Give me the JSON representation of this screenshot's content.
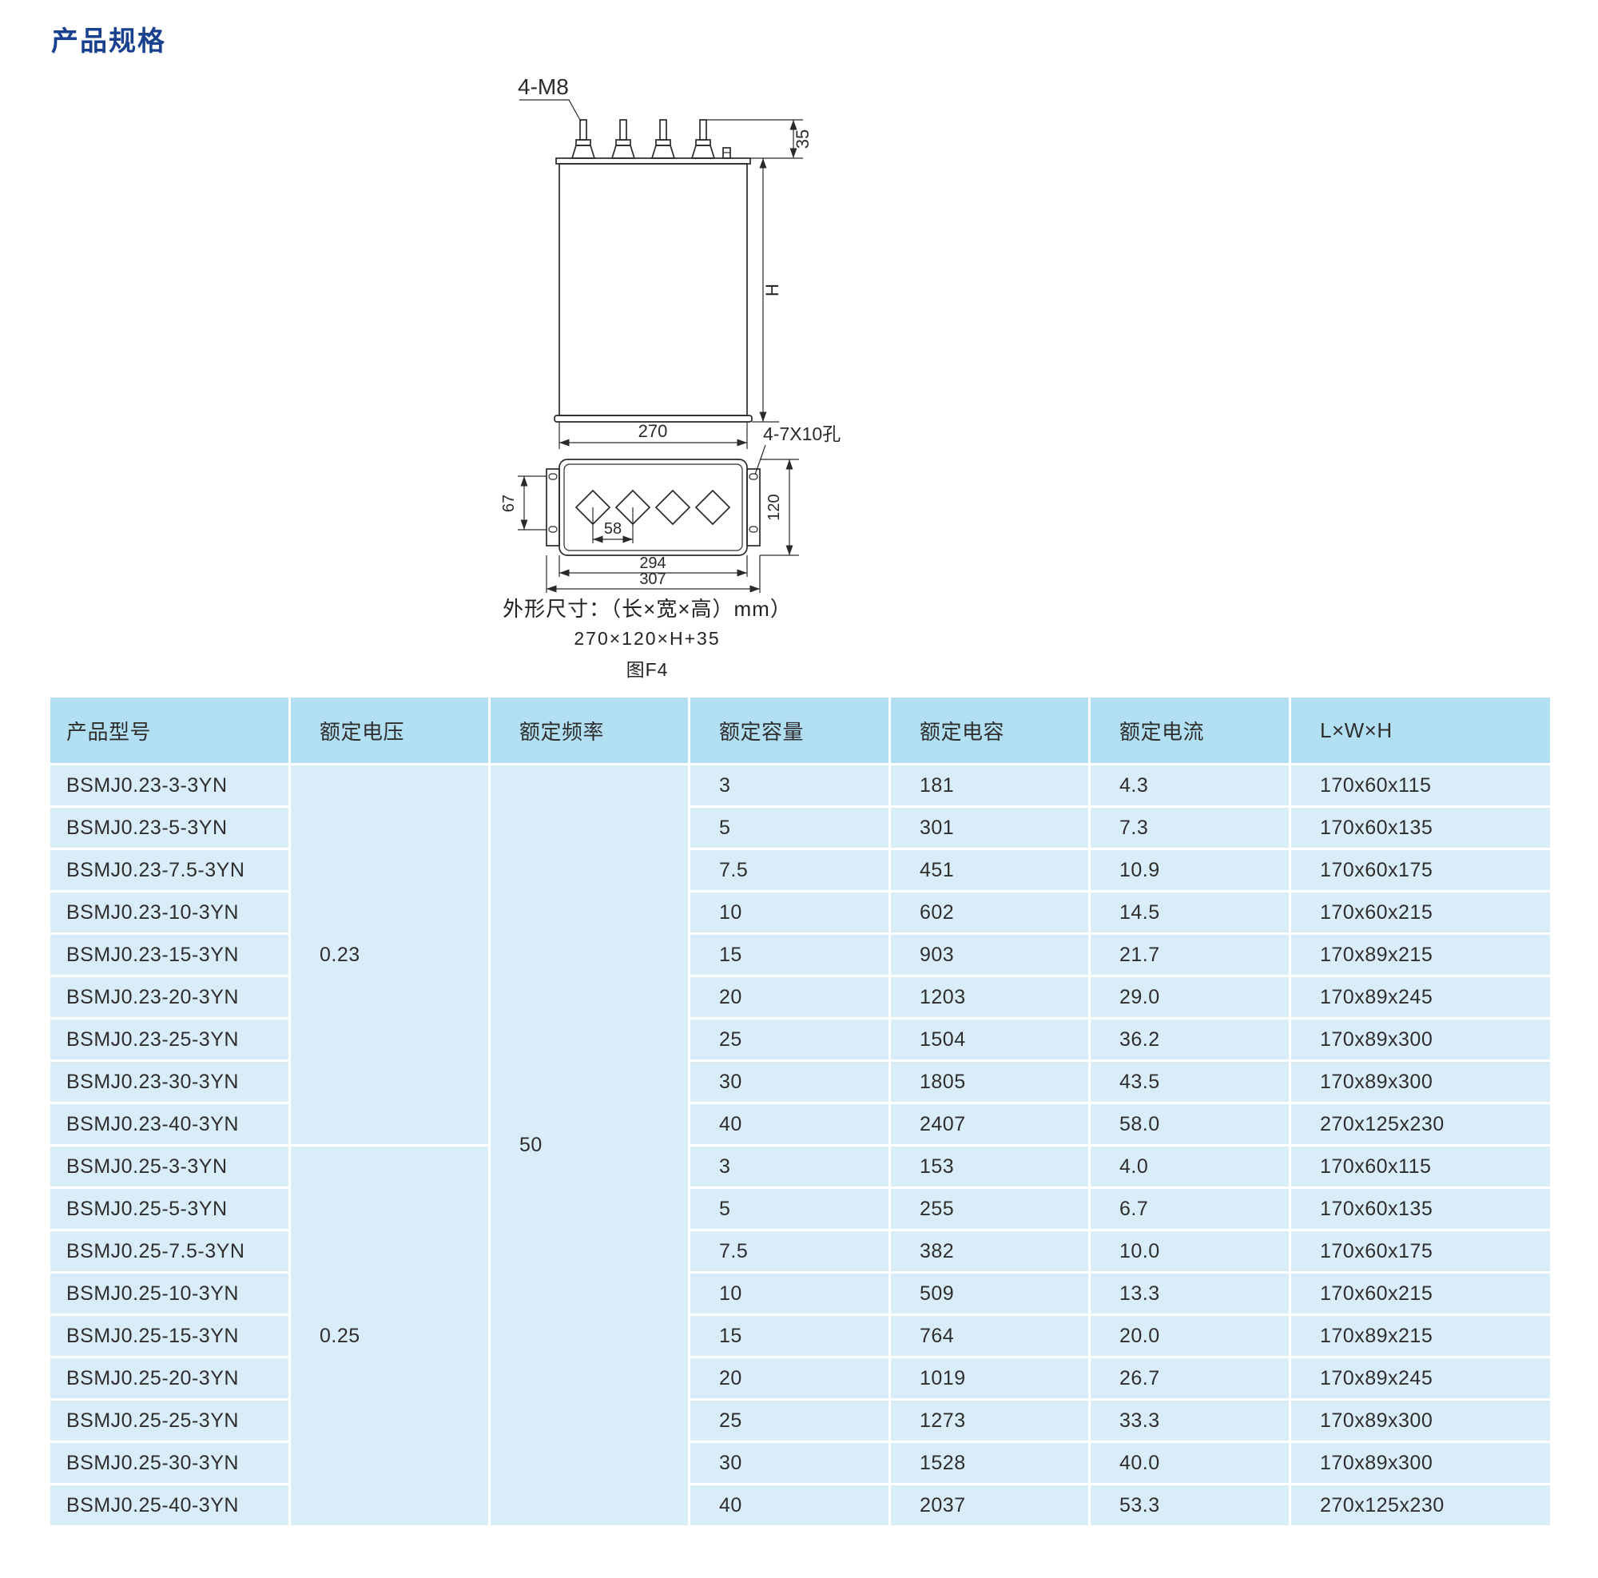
{
  "page": {
    "title": "产品规格"
  },
  "drawing": {
    "bolt_label": "4-M8",
    "hole_label": "4-7X10孔",
    "dim_top": "35",
    "dim_height": "H",
    "dim_width": "270",
    "dim_bracket_pitch": "67",
    "dim_terminal_pitch": "58",
    "dim_depth": "120",
    "dim_mount_span": "294",
    "dim_overall": "307",
    "caption_title": "外形尺寸：（长×宽×高）mm）",
    "caption_formula": "270×120×H+35",
    "caption_figure": "图F4"
  },
  "table": {
    "headers": [
      "产品型号",
      "额定电压",
      "额定频率",
      "额定容量",
      "额定电容",
      "额定电流",
      "L×W×H"
    ],
    "frequency": "50",
    "groups": [
      {
        "voltage": "0.23",
        "rows": [
          {
            "model": "BSMJ0.23-3-3YN",
            "capacity": "3",
            "capacitance": "181",
            "current": "4.3",
            "lwh": "170x60x115"
          },
          {
            "model": "BSMJ0.23-5-3YN",
            "capacity": "5",
            "capacitance": "301",
            "current": "7.3",
            "lwh": "170x60x135"
          },
          {
            "model": "BSMJ0.23-7.5-3YN",
            "capacity": "7.5",
            "capacitance": "451",
            "current": "10.9",
            "lwh": "170x60x175"
          },
          {
            "model": "BSMJ0.23-10-3YN",
            "capacity": "10",
            "capacitance": "602",
            "current": "14.5",
            "lwh": "170x60x215"
          },
          {
            "model": "BSMJ0.23-15-3YN",
            "capacity": "15",
            "capacitance": "903",
            "current": "21.7",
            "lwh": "170x89x215"
          },
          {
            "model": "BSMJ0.23-20-3YN",
            "capacity": "20",
            "capacitance": "1203",
            "current": "29.0",
            "lwh": "170x89x245"
          },
          {
            "model": "BSMJ0.23-25-3YN",
            "capacity": "25",
            "capacitance": "1504",
            "current": "36.2",
            "lwh": "170x89x300"
          },
          {
            "model": "BSMJ0.23-30-3YN",
            "capacity": "30",
            "capacitance": "1805",
            "current": "43.5",
            "lwh": "170x89x300"
          },
          {
            "model": "BSMJ0.23-40-3YN",
            "capacity": "40",
            "capacitance": "2407",
            "current": "58.0",
            "lwh": "270x125x230"
          }
        ]
      },
      {
        "voltage": "0.25",
        "rows": [
          {
            "model": "BSMJ0.25-3-3YN",
            "capacity": "3",
            "capacitance": "153",
            "current": "4.0",
            "lwh": "170x60x115"
          },
          {
            "model": "BSMJ0.25-5-3YN",
            "capacity": "5",
            "capacitance": "255",
            "current": "6.7",
            "lwh": "170x60x135"
          },
          {
            "model": "BSMJ0.25-7.5-3YN",
            "capacity": "7.5",
            "capacitance": "382",
            "current": "10.0",
            "lwh": "170x60x175"
          },
          {
            "model": "BSMJ0.25-10-3YN",
            "capacity": "10",
            "capacitance": "509",
            "current": "13.3",
            "lwh": "170x60x215"
          },
          {
            "model": "BSMJ0.25-15-3YN",
            "capacity": "15",
            "capacitance": "764",
            "current": "20.0",
            "lwh": "170x89x215"
          },
          {
            "model": "BSMJ0.25-20-3YN",
            "capacity": "20",
            "capacitance": "1019",
            "current": "26.7",
            "lwh": "170x89x245"
          },
          {
            "model": "BSMJ0.25-25-3YN",
            "capacity": "25",
            "capacitance": "1273",
            "current": "33.3",
            "lwh": "170x89x300"
          },
          {
            "model": "BSMJ0.25-30-3YN",
            "capacity": "30",
            "capacitance": "1528",
            "current": "40.0",
            "lwh": "170x89x300"
          },
          {
            "model": "BSMJ0.25-40-3YN",
            "capacity": "40",
            "capacitance": "2037",
            "current": "53.3",
            "lwh": "270x125x230"
          }
        ]
      }
    ]
  }
}
